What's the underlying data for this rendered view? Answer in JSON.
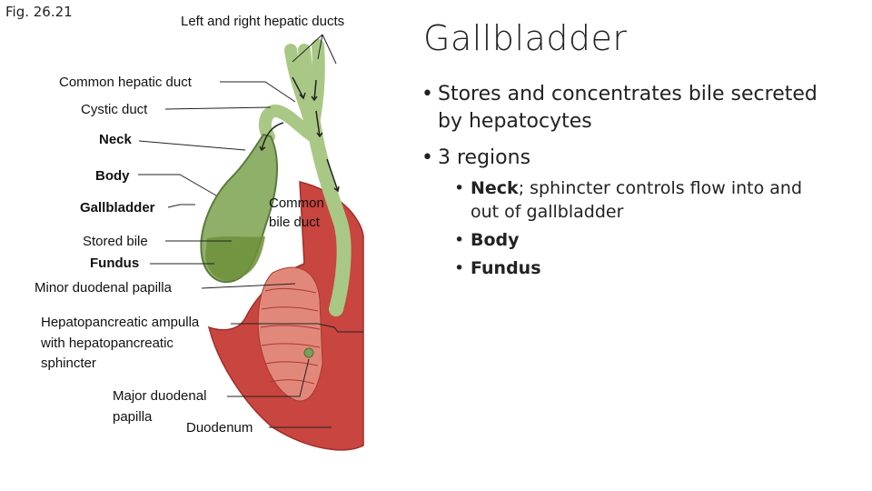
{
  "figure_label": "Fig. 26.21",
  "slide": {
    "title": "Gallbladder",
    "bullets": [
      {
        "text_a": "Stores and concentrates bile secreted",
        "text_b": "by hepatocytes"
      },
      {
        "text": "3 regions"
      }
    ],
    "sub_bullets": [
      {
        "bold": "Neck",
        "rest_a": "; sphincter controls flow into and",
        "rest_b": "out of gallbladder"
      },
      {
        "bold": "Body"
      },
      {
        "bold": "Fundus"
      }
    ]
  },
  "labels": {
    "hepatic_ducts": "Left and right hepatic ducts",
    "common_hepatic": "Common hepatic duct",
    "cystic": "Cystic duct",
    "neck": "Neck",
    "body": "Body",
    "gallbladder": "Gallbladder",
    "common_bile_a": "Common",
    "common_bile_b": "bile duct",
    "stored_bile": "Stored bile",
    "fundus": "Fundus",
    "minor_papilla": "Minor duodenal papilla",
    "ampulla_a": "Hepatopancreatic ampulla",
    "ampulla_b": "with hepatopancreatic",
    "ampulla_c": "sphincter",
    "major_papilla_a": "Major duodenal",
    "major_papilla_b": "papilla",
    "duodenum": "Duodenum"
  },
  "colors": {
    "gallbladder": "#8fb069",
    "bile": "#6f8f3a",
    "duct": "#a9c886",
    "duodenum": "#c9453f",
    "pancreas": "#efe7bf"
  }
}
